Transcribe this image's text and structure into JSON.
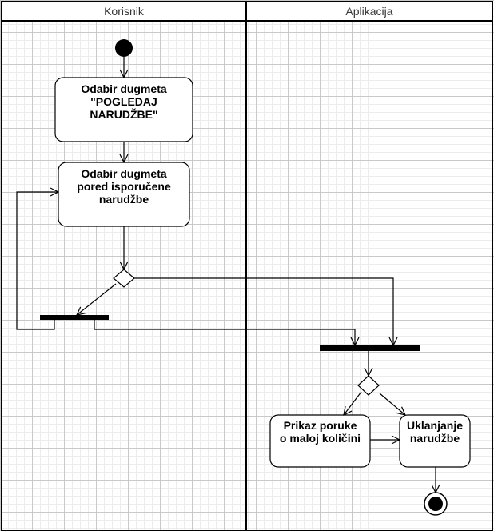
{
  "lanes": [
    {
      "title": "Korisnik"
    },
    {
      "title": "Aplikacija"
    }
  ],
  "nodes": {
    "a1": {
      "text": "Odabir dugmeta\n\"POGLEDAJ\nNARUDŽBE\""
    },
    "a2": {
      "text": "Odabir dugmeta\npored isporučene\nnarudžbe"
    },
    "a3": {
      "text": "Prikaz poruke\no maloj količini"
    },
    "a4": {
      "text": "Uklanjanje\nnarudžbe"
    }
  },
  "colors": {
    "stroke": "#000000",
    "fill": "#ffffff",
    "grid": "#c9c9c9"
  }
}
